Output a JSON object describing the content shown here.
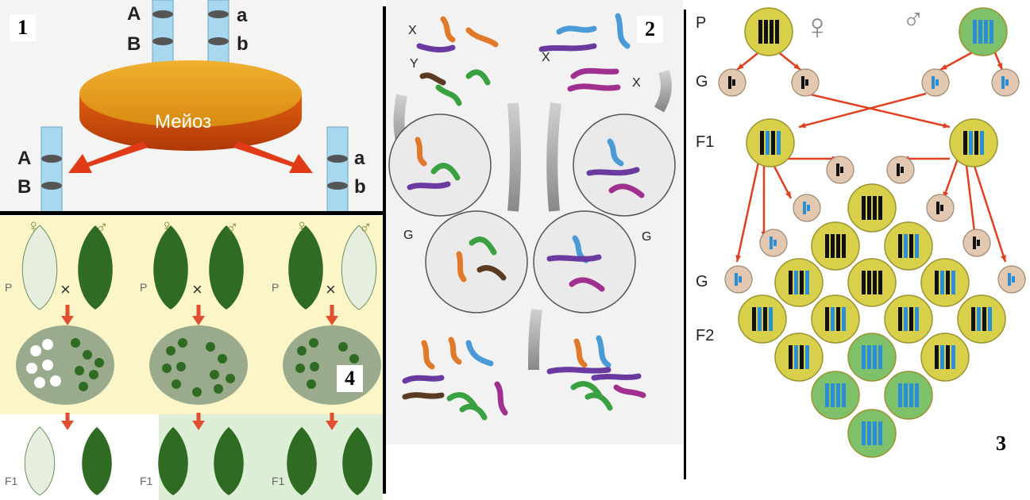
{
  "panel1": {
    "number": "1",
    "disk_label": "Мейоз",
    "top_left": [
      "A",
      "B"
    ],
    "top_right": [
      "a",
      "b"
    ],
    "bottom_left": [
      "A",
      "B"
    ],
    "bottom_right": [
      "a",
      "b"
    ]
  },
  "panel2": {
    "number": "2",
    "labels": {
      "x1": "X",
      "y": "Y",
      "x2": "X",
      "x3": "X",
      "g1": "G",
      "g2": "G"
    }
  },
  "panel3": {
    "number": "3",
    "row_labels": [
      "P",
      "G",
      "F1",
      "G",
      "F2"
    ],
    "female_symbol": "♀",
    "male_symbol": "♂"
  },
  "panel4": {
    "number": "4",
    "female_symbol": "♀",
    "male_symbol": "♂",
    "p_label": "P",
    "cross_symbol": "×",
    "f1_label": "F1"
  },
  "colors": {
    "yellow_cell": "#d8cf4a",
    "green_cell": "#7fc16a",
    "gamete": "#e2c8b0",
    "blue_bar": "#2a8fd6",
    "arrow_red": "#e04020",
    "leaf_green": "#2f6b23",
    "panel4_bg": "#fbf5c8"
  }
}
